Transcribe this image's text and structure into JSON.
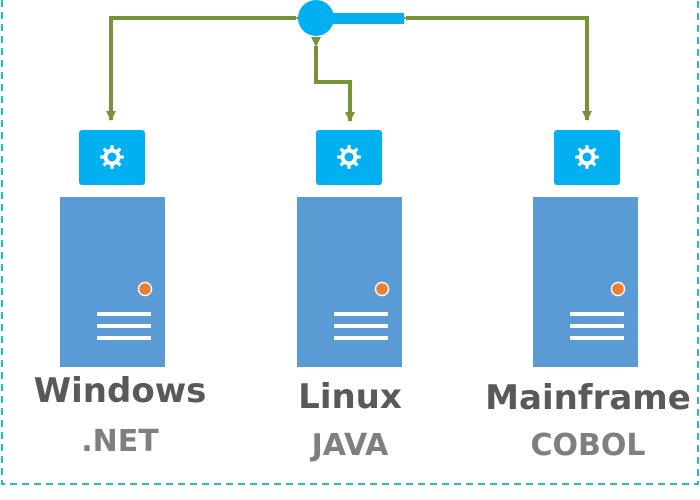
{
  "colors": {
    "frame": "#2bb6d6",
    "connector": "#76933c",
    "bus": "#00b0f0",
    "gear_box": "#00b0f0",
    "server": "#5b9bd5",
    "indicator": "#ed7d31",
    "os_text": "#595959",
    "tech_text": "#7f7f7f"
  },
  "icons": {
    "hub": "hub-node-icon",
    "service": "gear-icon",
    "server": "server-tower-icon"
  },
  "servers": [
    {
      "os": "Windows",
      "tech": ".NET"
    },
    {
      "os": "Linux",
      "tech": "JAVA"
    },
    {
      "os": "Mainframe",
      "tech": "COBOL"
    }
  ]
}
